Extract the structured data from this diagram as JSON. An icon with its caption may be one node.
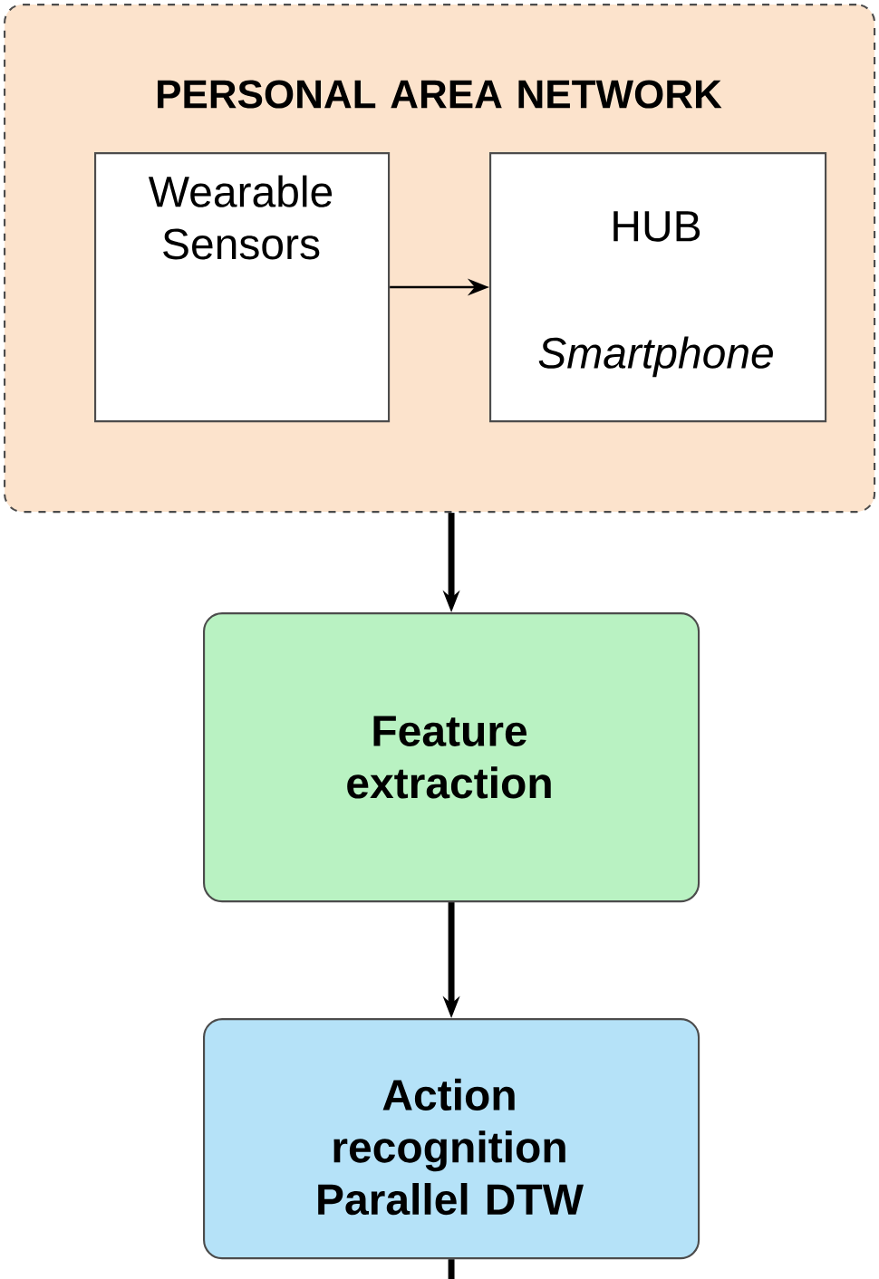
{
  "diagram": {
    "nodes": [
      {
        "text": [
          "PERSONAL AREA NETWORK"
        ]
      },
      {
        "text": [
          "Wearable Sensors"
        ],
        "in": 0
      },
      {
        "text": [
          "HUB",
          "Smartphone"
        ],
        "in": 0
      },
      {
        "text": [
          "Feature extraction"
        ]
      },
      {
        "text": [
          "Action recognition Parallel DTW"
        ]
      }
    ],
    "edges": [
      {
        "from": 1,
        "to": 2,
        "arrow": "to"
      },
      {
        "from": 0,
        "to": 3,
        "arrow": "to"
      },
      {
        "from": 3,
        "to": 4,
        "arrow": "to"
      },
      {
        "from": 4,
        "to": null,
        "arrow": "none"
      }
    ]
  }
}
